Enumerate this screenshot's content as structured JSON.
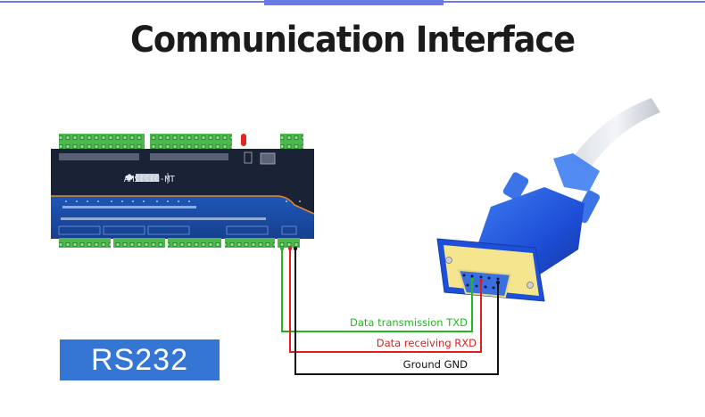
{
  "header": {
    "title": "Communication Interface",
    "accent_color": "#6A7AE5"
  },
  "badge": {
    "label": "RS232",
    "color": "#3575D3"
  },
  "device": {
    "name": "I/O controller module",
    "model_text_mirrored": "TM-D1212MA"
  },
  "connector": {
    "name": "DB9 female serial connector (USB-to-RS232 cable)"
  },
  "wires": [
    {
      "id": "txd",
      "label": "Data transmission TXD",
      "color": "#22B822"
    },
    {
      "id": "rxd",
      "label": "Data receiving RXD",
      "color": "#E51C1C"
    },
    {
      "id": "gnd",
      "label": "Ground GND",
      "color": "#111111"
    }
  ]
}
